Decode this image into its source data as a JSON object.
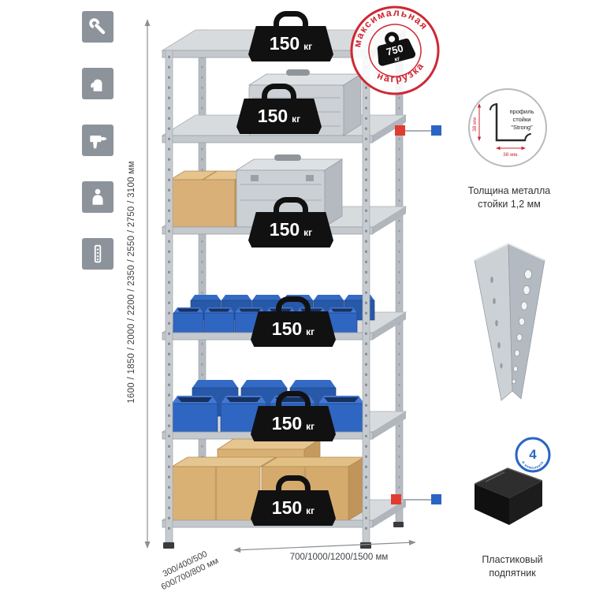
{
  "palette": {
    "icon_tile": "#8d939b",
    "metal_light": "#d8dbde",
    "metal_mid": "#c4c9ce",
    "metal_dark": "#9aa0a6",
    "weight_black": "#111111",
    "stamp_red": "#cf2733",
    "marker_red": "#e23b32",
    "marker_blue": "#2a65c4",
    "bin_blue": "#2f66c2",
    "cardboard": "#d9b078",
    "text_dark": "#333333"
  },
  "left_toolbar": {
    "icons": [
      {
        "name": "wrench-icon"
      },
      {
        "name": "glove-icon"
      },
      {
        "name": "drill-icon"
      },
      {
        "name": "person-icon"
      },
      {
        "name": "rack-post-icon"
      }
    ]
  },
  "shelf_unit": {
    "loads": [
      {
        "value": "150",
        "unit": "кг"
      },
      {
        "value": "150",
        "unit": "кг"
      },
      {
        "value": "150",
        "unit": "кг"
      },
      {
        "value": "150",
        "unit": "кг"
      },
      {
        "value": "150",
        "unit": "кг"
      },
      {
        "value": "150",
        "unit": "кг"
      }
    ]
  },
  "max_load_stamp": {
    "arc_top": "максимальная",
    "arc_bottom": "нагрузка",
    "value": "750",
    "unit": "кг"
  },
  "profile_detail": {
    "line1": "профиль",
    "line2": "стойки",
    "line3": "\"Strong\"",
    "dim_vertical": "38 мм",
    "dim_horizontal": "38 мм.",
    "caption_line1": "Толщина металла",
    "caption_line2": "стойки 1,2 мм"
  },
  "foot_detail": {
    "badge_value": "4",
    "badge_text": "в комплекте",
    "caption_line1": "Пластиковый",
    "caption_line2": "подпятник"
  },
  "dimensions": {
    "height": "1600 / 1850 / 2000 / 2200 / 2350 / 2550 / 2750 / 3100 мм",
    "depth_line1": "300/400/500",
    "depth_line2": "600/700/800 мм",
    "width": "700/1000/1200/1500 мм"
  }
}
